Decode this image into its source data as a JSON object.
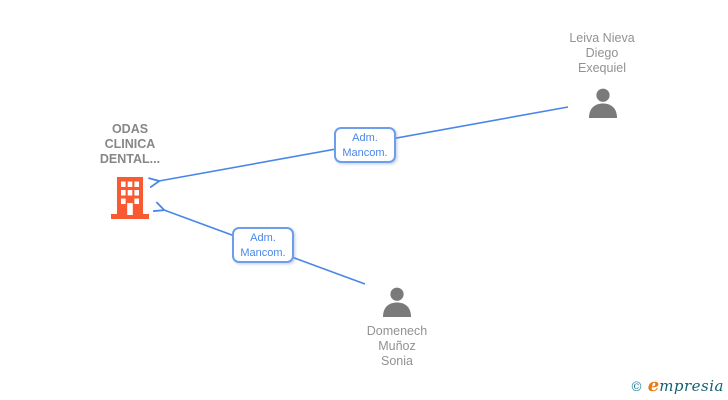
{
  "diagram": {
    "company": {
      "name_lines": [
        "ODAS",
        "CLINICA",
        "DENTAL..."
      ],
      "icon": "building-icon"
    },
    "persons": [
      {
        "name_lines": [
          "Leiva Nieva",
          "Diego",
          "Exequiel"
        ],
        "icon": "person-icon"
      },
      {
        "name_lines": [
          "Domenech",
          "Muñoz",
          "Sonia"
        ],
        "icon": "person-icon"
      }
    ],
    "edges": [
      {
        "label_lines": [
          "Adm.",
          "Mancom."
        ],
        "from": "Leiva Nieva Diego Exequiel",
        "to": "ODAS CLINICA DENTAL..."
      },
      {
        "label_lines": [
          "Adm.",
          "Mancom."
        ],
        "from": "Domenech Muñoz Sonia",
        "to": "ODAS CLINICA DENTAL..."
      }
    ]
  },
  "colors": {
    "edge_blue": "#4a86e8",
    "badge_border_blue": "#6d9eeb",
    "building_orange": "#fa5a32",
    "person_gray": "#7a7a7a",
    "label_gray": "#8e8e8e",
    "brand_teal": "#13606f",
    "brand_orange": "#ee7711"
  },
  "footer": {
    "copyright": "©",
    "brand_first_letter": "e",
    "brand_rest": "mpresia"
  }
}
